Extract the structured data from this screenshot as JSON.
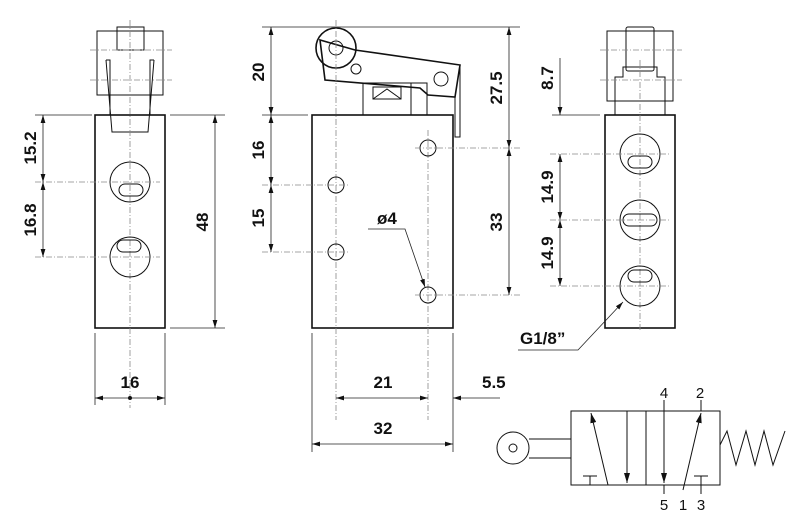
{
  "left_view": {
    "dim_15_2": "15.2",
    "dim_16_8": "16.8",
    "dim_48": "48",
    "dim_16": "16"
  },
  "front_view": {
    "dim_20": "20",
    "dim_16": "16",
    "dim_15": "15",
    "dim_27_5": "27.5",
    "dim_33": "33",
    "hole_label": "ø4",
    "dim_21": "21",
    "dim_5_5": "5.5",
    "dim_32": "32"
  },
  "right_view": {
    "dim_8_7": "8.7",
    "dim_14_9_a": "14.9",
    "dim_14_9_b": "14.9",
    "thread_label": "G1/8”"
  },
  "symbol": {
    "port_4": "4",
    "port_2": "2",
    "port_5": "5",
    "port_1": "1",
    "port_3": "3"
  }
}
